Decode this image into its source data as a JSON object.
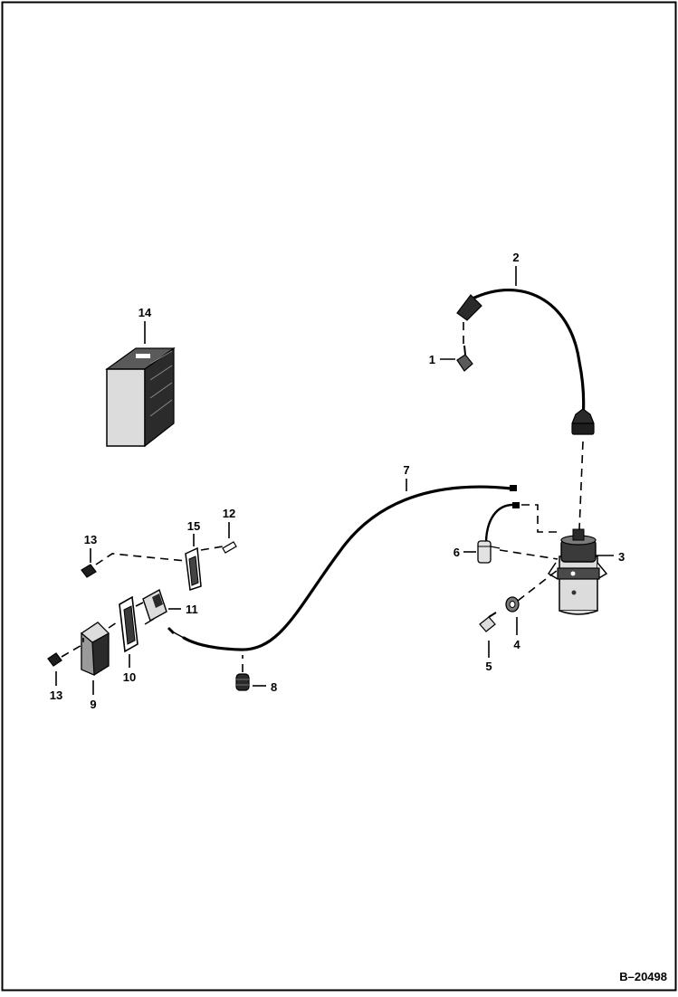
{
  "figure_id": "B–20498",
  "callouts": [
    "1",
    "2",
    "3",
    "4",
    "5",
    "6",
    "7",
    "8",
    "9",
    "10",
    "11",
    "12",
    "13",
    "13",
    "14",
    "15"
  ],
  "colors": {
    "ink": "#000000",
    "paper": "#ffffff",
    "part_fill": "#dcdcdc",
    "part_shadow": "#4a4a4a"
  }
}
